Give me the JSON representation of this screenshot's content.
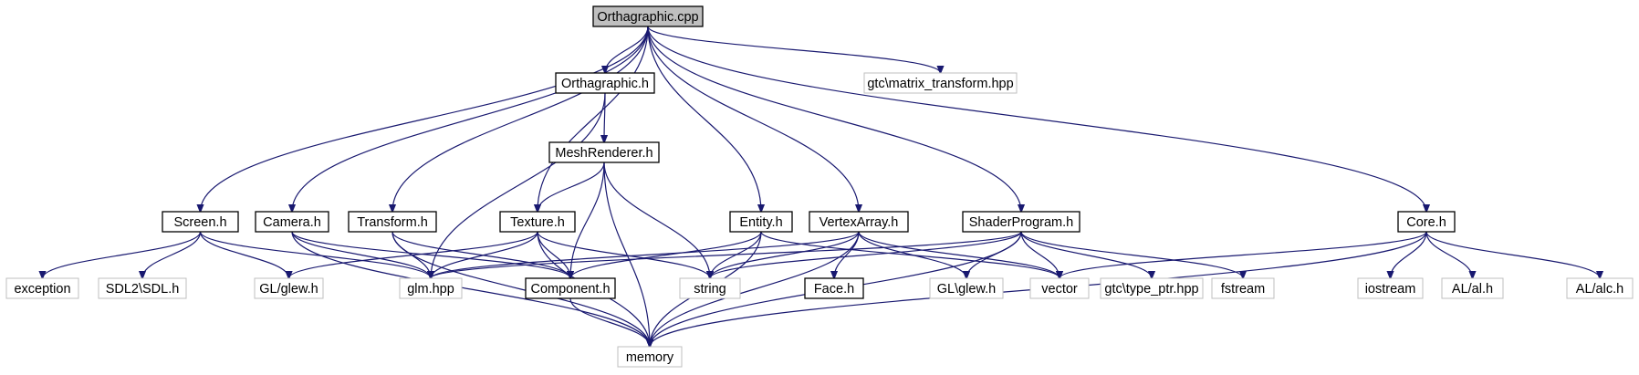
{
  "graph": {
    "colors": {
      "edge": "#191970",
      "node_border": "#000000",
      "external_border": "#bfbfbf",
      "root_fill": "#bfbfbf",
      "node_fill": "#ffffff"
    },
    "nodes": [
      {
        "id": "orthagraphic_cpp",
        "label": "Orthagraphic.cpp",
        "kind": "root"
      },
      {
        "id": "gtc_matrix_transform",
        "label": "gtc\\matrix_transform.hpp",
        "kind": "external"
      },
      {
        "id": "orthagraphic_h",
        "label": "Orthagraphic.h",
        "kind": "file"
      },
      {
        "id": "meshrenderer_h",
        "label": "MeshRenderer.h",
        "kind": "file"
      },
      {
        "id": "screen_h",
        "label": "Screen.h",
        "kind": "file"
      },
      {
        "id": "camera_h",
        "label": "Camera.h",
        "kind": "file"
      },
      {
        "id": "transform_h",
        "label": "Transform.h",
        "kind": "file"
      },
      {
        "id": "texture_h",
        "label": "Texture.h",
        "kind": "file"
      },
      {
        "id": "entity_h",
        "label": "Entity.h",
        "kind": "file"
      },
      {
        "id": "vertexarray_h",
        "label": "VertexArray.h",
        "kind": "file"
      },
      {
        "id": "shaderprogram_h",
        "label": "ShaderProgram.h",
        "kind": "file"
      },
      {
        "id": "core_h",
        "label": "Core.h",
        "kind": "file"
      },
      {
        "id": "exception",
        "label": "exception",
        "kind": "external"
      },
      {
        "id": "sdl2_sdl_h",
        "label": "SDL2\\SDL.h",
        "kind": "external"
      },
      {
        "id": "gl_glew_h_1",
        "label": "GL/glew.h",
        "kind": "external"
      },
      {
        "id": "glm_hpp",
        "label": "glm.hpp",
        "kind": "external"
      },
      {
        "id": "component_h",
        "label": "Component.h",
        "kind": "file"
      },
      {
        "id": "string",
        "label": "string",
        "kind": "external"
      },
      {
        "id": "face_h",
        "label": "Face.h",
        "kind": "file"
      },
      {
        "id": "gl_glew_h_2",
        "label": "GL\\glew.h",
        "kind": "external"
      },
      {
        "id": "vector",
        "label": "vector",
        "kind": "external"
      },
      {
        "id": "gtc_type_ptr",
        "label": "gtc\\type_ptr.hpp",
        "kind": "external"
      },
      {
        "id": "fstream",
        "label": "fstream",
        "kind": "external"
      },
      {
        "id": "iostream",
        "label": "iostream",
        "kind": "external"
      },
      {
        "id": "al_al_h",
        "label": "AL/al.h",
        "kind": "external"
      },
      {
        "id": "al_alc_h",
        "label": "AL/alc.h",
        "kind": "external"
      },
      {
        "id": "memory",
        "label": "memory",
        "kind": "external"
      }
    ],
    "edges": [
      [
        "orthagraphic_cpp",
        "orthagraphic_h"
      ],
      [
        "orthagraphic_cpp",
        "gtc_matrix_transform"
      ],
      [
        "orthagraphic_cpp",
        "screen_h"
      ],
      [
        "orthagraphic_cpp",
        "camera_h"
      ],
      [
        "orthagraphic_cpp",
        "transform_h"
      ],
      [
        "orthagraphic_cpp",
        "texture_h"
      ],
      [
        "orthagraphic_cpp",
        "entity_h"
      ],
      [
        "orthagraphic_cpp",
        "vertexarray_h"
      ],
      [
        "orthagraphic_cpp",
        "shaderprogram_h"
      ],
      [
        "orthagraphic_cpp",
        "core_h"
      ],
      [
        "orthagraphic_h",
        "meshrenderer_h"
      ],
      [
        "orthagraphic_h",
        "glm_hpp"
      ],
      [
        "meshrenderer_h",
        "texture_h"
      ],
      [
        "meshrenderer_h",
        "component_h"
      ],
      [
        "meshrenderer_h",
        "memory"
      ],
      [
        "meshrenderer_h",
        "string"
      ],
      [
        "screen_h",
        "exception"
      ],
      [
        "screen_h",
        "sdl2_sdl_h"
      ],
      [
        "screen_h",
        "gl_glew_h_1"
      ],
      [
        "screen_h",
        "glm_hpp"
      ],
      [
        "camera_h",
        "glm_hpp"
      ],
      [
        "camera_h",
        "component_h"
      ],
      [
        "camera_h",
        "memory"
      ],
      [
        "transform_h",
        "glm_hpp"
      ],
      [
        "transform_h",
        "component_h"
      ],
      [
        "transform_h",
        "memory"
      ],
      [
        "texture_h",
        "gl_glew_h_1"
      ],
      [
        "texture_h",
        "glm_hpp"
      ],
      [
        "texture_h",
        "component_h"
      ],
      [
        "texture_h",
        "string"
      ],
      [
        "texture_h",
        "memory"
      ],
      [
        "entity_h",
        "component_h"
      ],
      [
        "entity_h",
        "string"
      ],
      [
        "entity_h",
        "vector"
      ],
      [
        "entity_h",
        "memory"
      ],
      [
        "vertexarray_h",
        "glm_hpp"
      ],
      [
        "vertexarray_h",
        "string"
      ],
      [
        "vertexarray_h",
        "face_h"
      ],
      [
        "vertexarray_h",
        "gl_glew_h_2"
      ],
      [
        "vertexarray_h",
        "vector"
      ],
      [
        "vertexarray_h",
        "memory"
      ],
      [
        "shaderprogram_h",
        "glm_hpp"
      ],
      [
        "shaderprogram_h",
        "string"
      ],
      [
        "shaderprogram_h",
        "gl_glew_h_2"
      ],
      [
        "shaderprogram_h",
        "vector"
      ],
      [
        "shaderprogram_h",
        "gtc_type_ptr"
      ],
      [
        "shaderprogram_h",
        "fstream"
      ],
      [
        "shaderprogram_h",
        "memory"
      ],
      [
        "core_h",
        "vector"
      ],
      [
        "core_h",
        "iostream"
      ],
      [
        "core_h",
        "al_al_h"
      ],
      [
        "core_h",
        "al_alc_h"
      ],
      [
        "core_h",
        "memory"
      ],
      [
        "component_h",
        "memory"
      ]
    ]
  }
}
